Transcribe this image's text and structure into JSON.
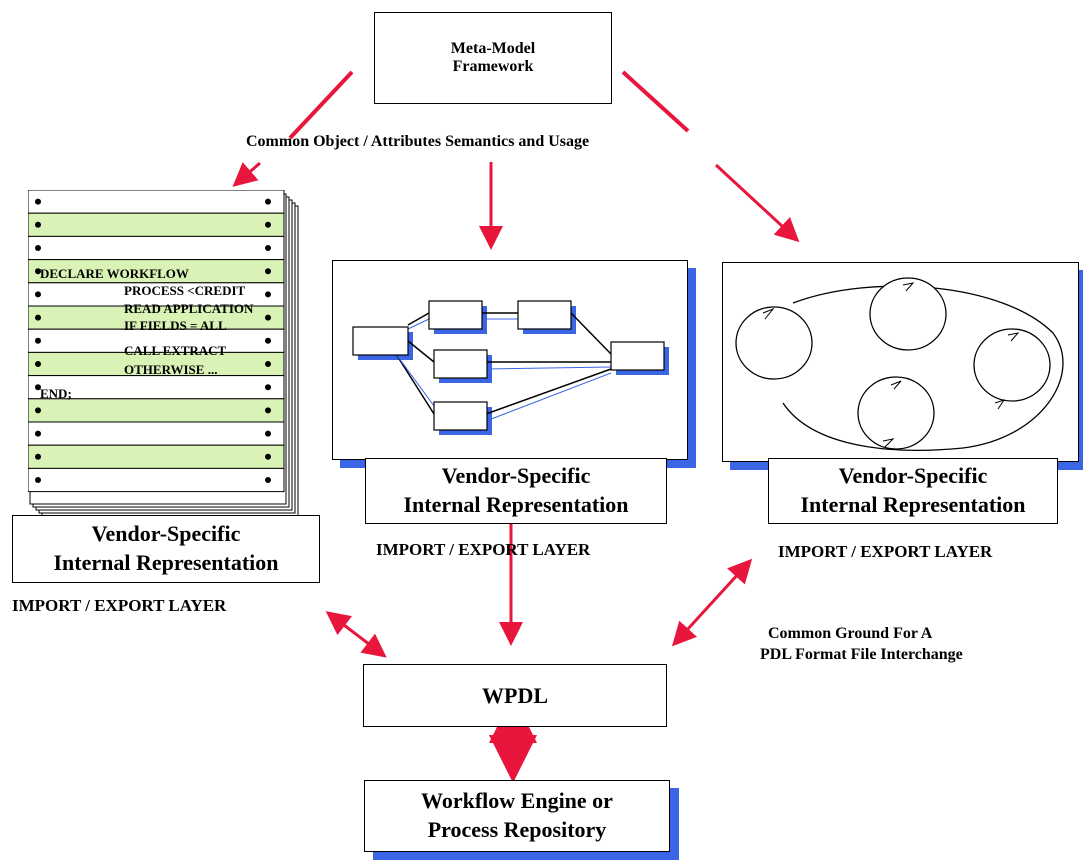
{
  "meta_model": {
    "line1": "Meta-Model",
    "line2": "Framework"
  },
  "common_semantics": "Common Object / Attributes Semantics and Usage",
  "left_panel": {
    "code_lines": [
      "DECLARE WORKFLOW",
      "PROCESS <CREDIT",
      "READ APPLICATION",
      "IF FIELDS = ALL",
      "CALL EXTRACT",
      "OTHERWISE ...",
      "END;"
    ],
    "rep_line1": "Vendor-Specific",
    "rep_line2": "Internal Representation",
    "layer": "IMPORT / EXPORT LAYER"
  },
  "middle_panel": {
    "rep_line1": "Vendor-Specific",
    "rep_line2": "Internal Representation",
    "layer": "IMPORT / EXPORT LAYER"
  },
  "right_panel": {
    "rep_line1": "Vendor-Specific",
    "rep_line2": "Internal Representation",
    "layer": "IMPORT / EXPORT LAYER"
  },
  "common_ground": {
    "line1": "Common Ground For A",
    "line2": "PDL Format File Interchange"
  },
  "wpdl": "WPDL",
  "engine": {
    "line1": "Workflow Engine or",
    "line2": "Process Repository"
  },
  "colors": {
    "arrow": "#e8163c",
    "shadow": "#3a66e6",
    "stripe": "#d9f2b5"
  }
}
